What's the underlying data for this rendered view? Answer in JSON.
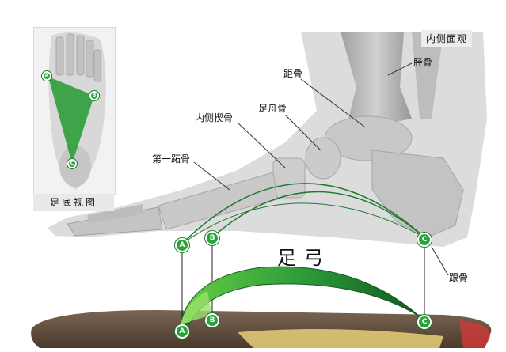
{
  "view_label_medial": "内侧面观",
  "view_label_plantar": "足底视图",
  "title": "足弓",
  "bones": {
    "tibia": "胫骨",
    "talus": "距骨",
    "navicular": "足舟骨",
    "medial_cuneiform": "内侧楔骨",
    "first_metatarsal": "第一跖骨",
    "calcaneus": "跟骨"
  },
  "points": {
    "a": "A",
    "b": "B",
    "c": "C"
  },
  "colors": {
    "arch_green": "#2e9d3a",
    "dot_green": "#27a53a",
    "bone_gray": "#bdbdbd"
  }
}
